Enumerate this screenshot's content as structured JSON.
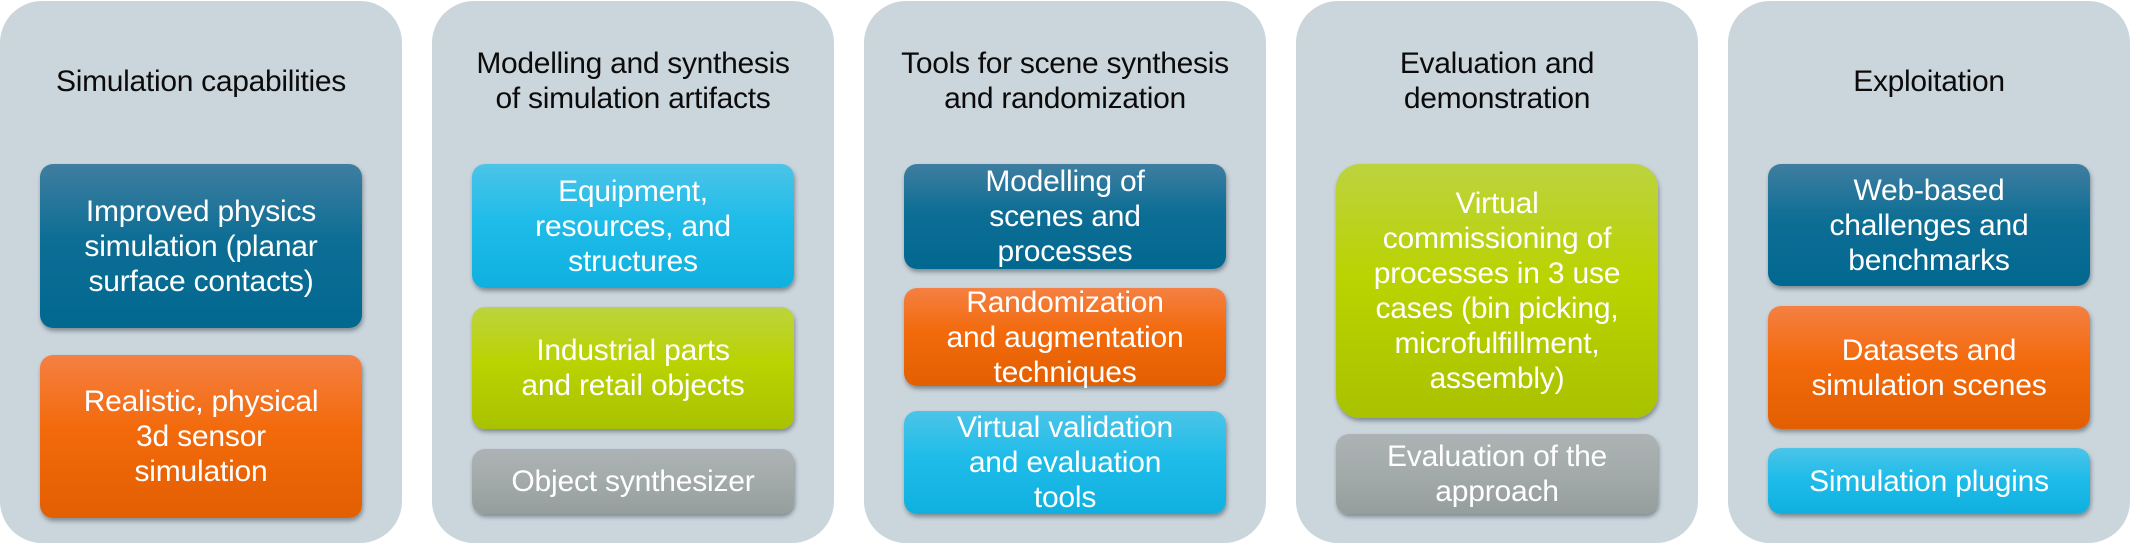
{
  "colors": {
    "panel_background": "#cbd5dc",
    "title_text": "#0b0b0b",
    "box_text": "#ffffff",
    "blue": "#0e6e95",
    "orange": "#f36a0b",
    "cyan": "#1fbce9",
    "green": "#bad301",
    "grey": "#a4abab"
  },
  "panels": [
    {
      "title": [
        "Simulation capabilities"
      ],
      "items": [
        {
          "color": "blue",
          "lines": [
            "Improved physics",
            "simulation (planar",
            "surface contacts)"
          ]
        },
        {
          "color": "orange",
          "lines": [
            "Realistic, physical",
            "3d sensor",
            "simulation"
          ]
        }
      ]
    },
    {
      "title": [
        "Modelling and synthesis",
        "of simulation artifacts"
      ],
      "items": [
        {
          "color": "cyan",
          "lines": [
            "Equipment,",
            "resources, and",
            "structures"
          ]
        },
        {
          "color": "green",
          "lines": [
            "Industrial parts",
            "and retail objects"
          ]
        },
        {
          "color": "grey",
          "lines": [
            "Object synthesizer"
          ]
        }
      ]
    },
    {
      "title": [
        "Tools for scene synthesis",
        "and randomization"
      ],
      "items": [
        {
          "color": "blue",
          "lines": [
            "Modelling of",
            "scenes and",
            "processes"
          ]
        },
        {
          "color": "orange",
          "lines": [
            "Randomization",
            "and augmentation",
            "techniques"
          ]
        },
        {
          "color": "cyan",
          "lines": [
            "Virtual validation",
            "and evaluation",
            "tools"
          ]
        }
      ]
    },
    {
      "title": [
        "Evaluation and",
        "demonstration"
      ],
      "items": [
        {
          "color": "green",
          "lines": [
            "Virtual",
            "commissioning of",
            "processes in 3 use",
            "cases (bin picking,",
            "microfulfillment,",
            "assembly)"
          ]
        },
        {
          "color": "grey",
          "lines": [
            "Evaluation of the",
            "approach"
          ]
        }
      ]
    },
    {
      "title": [
        "Exploitation"
      ],
      "items": [
        {
          "color": "blue",
          "lines": [
            "Web-based",
            "challenges and",
            "benchmarks"
          ]
        },
        {
          "color": "orange",
          "lines": [
            "Datasets and",
            "simulation scenes"
          ]
        },
        {
          "color": "cyan",
          "lines": [
            "Simulation plugins"
          ]
        }
      ]
    }
  ]
}
